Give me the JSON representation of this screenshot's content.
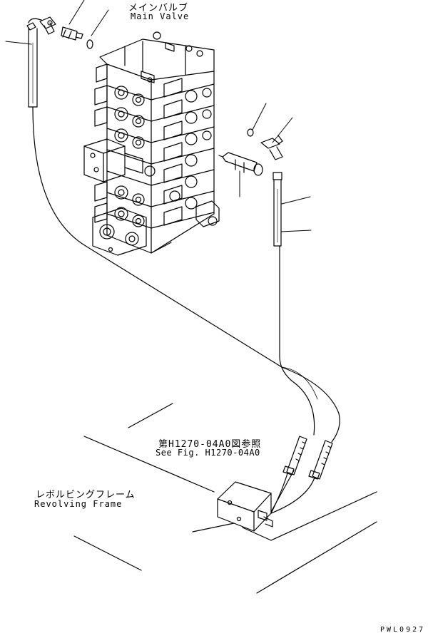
{
  "labels": {
    "main_valve_jp": "メインバルブ",
    "main_valve_en": "Main Valve",
    "see_fig_jp": "第H1270-04A0図参照",
    "see_fig_en": "See Fig. H1270-04A0",
    "revolving_frame_jp": "レボルビングフレーム",
    "revolving_frame_en": "Revolving Frame",
    "drawing_code": "PWL0927"
  },
  "colors": {
    "ink": "#000000",
    "paper": "#ffffff"
  }
}
